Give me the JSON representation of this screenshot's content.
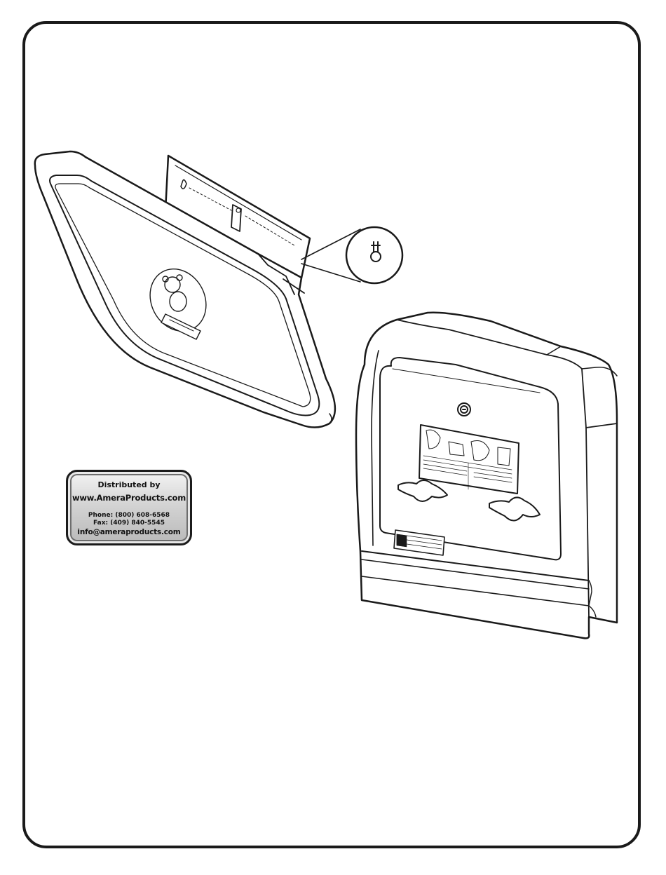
{
  "badge": {
    "line1": "Distributed by",
    "line2": "www.AmeraProducts.com",
    "phone": "Phone: (800) 608-6568",
    "fax": "Fax: (409) 840-5545",
    "email": "info@ameraproducts.com"
  },
  "icons": {
    "mount": "keyhole-slot-icon",
    "lock": "lock-icon",
    "logo": "bear-logo-icon"
  }
}
